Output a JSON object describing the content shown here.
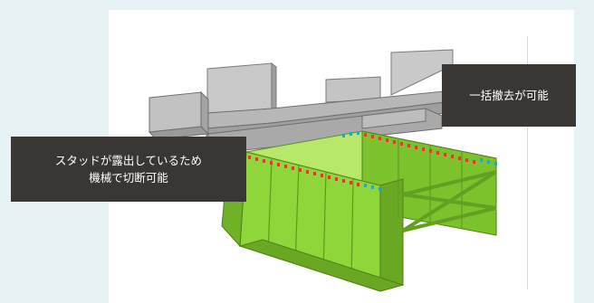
{
  "callouts": {
    "right": {
      "text": "一括撤去が可能"
    },
    "left": {
      "line1": "スタッドが露出しているため",
      "line2": "機械で切断可能"
    }
  },
  "colors": {
    "background": "#e6f2f4",
    "panel": "#ffffff",
    "callout": "#3a3634",
    "steel_green": "#8ed63a",
    "concrete_grey": "#b3b3b3",
    "stud_red": "#d8402c",
    "stud_teal": "#2fa6a8"
  }
}
